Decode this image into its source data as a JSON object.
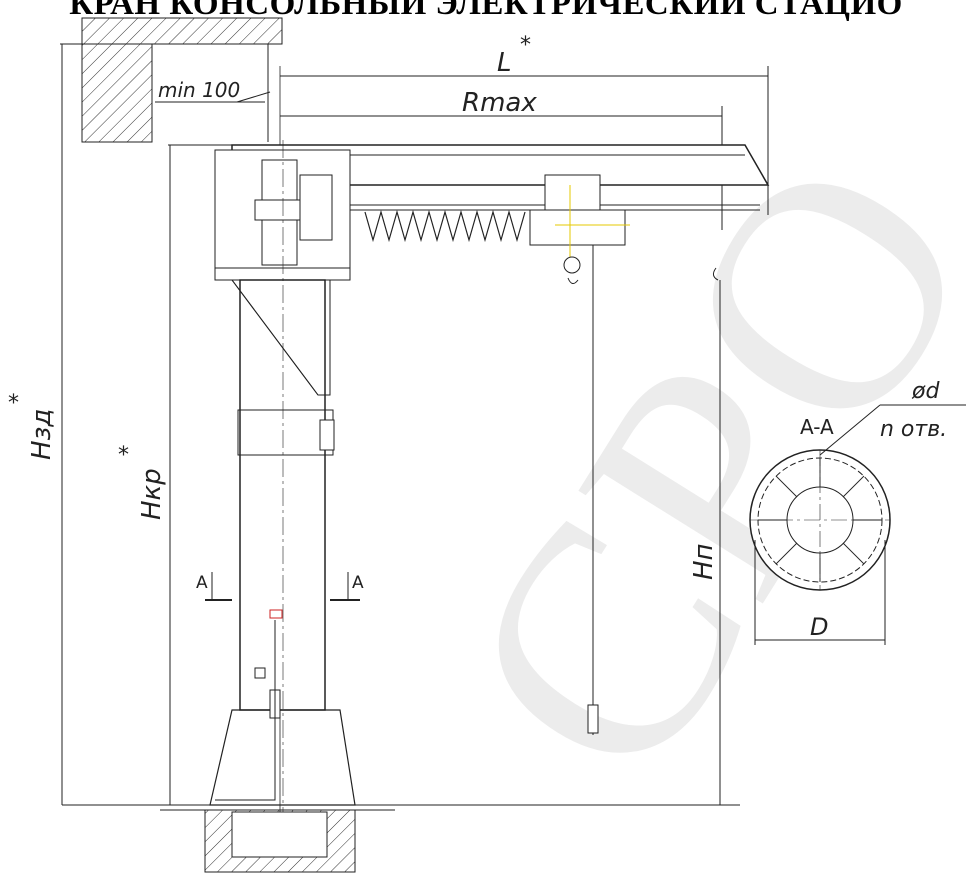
{
  "title": "КРАН КОНСОЛЬНЫЙ ЭЛЕКТРИЧЕСКИЙ СТАЦИО",
  "labels": {
    "min_clearance": "min 100",
    "length": "L",
    "reach": "Rmax",
    "building_height": "Hзд",
    "crane_height": "Hкр",
    "hook_height": "Hп",
    "section": "A-A",
    "section_mark_left": "A",
    "section_mark_right": "A",
    "hole_diameter": "ød",
    "hole_count": "n  отв.",
    "diameter": "D",
    "asterisk": "*"
  },
  "watermark": "СРО.",
  "colors": {
    "line": "#1a1a1a",
    "accent": "#e6c800",
    "red": "#cc2222",
    "watermark": "#ececec"
  }
}
